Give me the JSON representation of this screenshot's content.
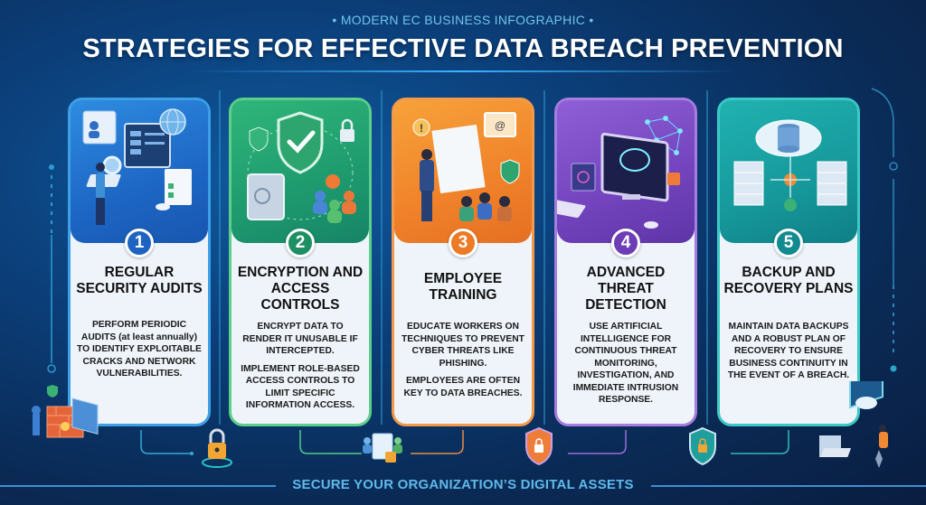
{
  "header": {
    "subtitle": "• MODERN EC BUSINESS INFOGRAPHIC •",
    "title": "STRATEGIES FOR EFFECTIVE DATA BREACH PREVENTION"
  },
  "cards": [
    {
      "number": "1",
      "heading": "REGULAR SECURITY AUDITS",
      "body": [
        "PERFORM PERIODIC AUDITS (at least annually) TO IDENTIFY EXPLOITABLE CRACKS AND NETWORK VULNERABILITIES."
      ],
      "illustration": "security-audit-computer-magnifier-icon",
      "color": "#1e63c2"
    },
    {
      "number": "2",
      "heading": "ENCRYPTION AND ACCESS CONTROLS",
      "body": [
        "ENCRYPT DATA TO RENDER IT UNUSABLE IF INTERCEPTED.",
        "IMPLEMENT ROLE-BASED ACCESS CONTROLS TO LIMIT SPECIFIC INFORMATION ACCESS."
      ],
      "illustration": "shield-check-safe-users-icon",
      "color": "#1d8f63"
    },
    {
      "number": "3",
      "heading": "EMPLOYEE TRAINING",
      "body": [
        "EDUCATE WORKERS ON TECHNIQUES TO PREVENT CYBER THREATS LIKE PHISHING.",
        "EMPLOYEES ARE OFTEN KEY TO DATA BREACHES."
      ],
      "illustration": "presenter-whiteboard-audience-icon",
      "color": "#ec7a26"
    },
    {
      "number": "4",
      "heading": "ADVANCED THREAT DETECTION",
      "body": [
        "USE ARTIFICIAL INTELLIGENCE FOR CONTINUOUS THREAT MONITORING, INVESTIGATION, AND IMMEDIATE INTRUSION RESPONSE."
      ],
      "illustration": "ai-brain-monitor-icon",
      "color": "#6c3db7"
    },
    {
      "number": "5",
      "heading": "BACKUP AND RECOVERY PLANS",
      "body": [
        "MAINTAIN DATA BACKUPS AND A ROBUST PLAN OF RECOVERY TO ENSURE BUSINESS CONTINUITY IN THE EVENT OF A BREACH."
      ],
      "illustration": "cloud-database-servers-icon",
      "color": "#128b90"
    }
  ],
  "footer": {
    "tagline": "SECURE YOUR ORGANIZATION’S DIGITAL ASSETS"
  }
}
